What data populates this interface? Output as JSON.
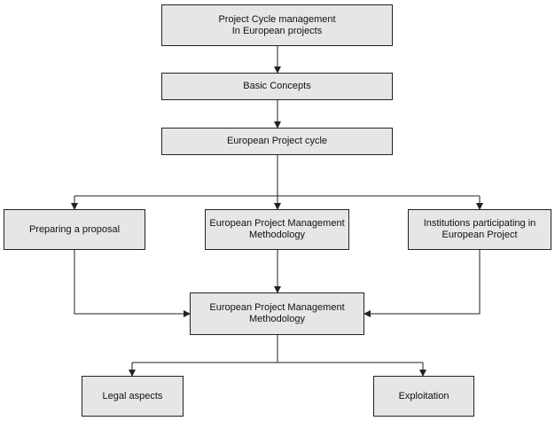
{
  "diagram": {
    "nodes": {
      "pcm": {
        "lines": [
          "Project Cycle management",
          "In European projects"
        ]
      },
      "basic": {
        "lines": [
          "Basic Concepts"
        ]
      },
      "cycle": {
        "lines": [
          "European Project cycle"
        ]
      },
      "proposal": {
        "lines": [
          "Preparing a proposal"
        ]
      },
      "method_top": {
        "lines": [
          "European Project Management",
          "Methodology"
        ]
      },
      "institutions": {
        "lines": [
          "Institutions participating in",
          "European Project"
        ]
      },
      "method_bottom": {
        "lines": [
          "European Project Management",
          "Methodology"
        ]
      },
      "legal": {
        "lines": [
          "Legal aspects"
        ]
      },
      "exploitation": {
        "lines": [
          "Exploitation"
        ]
      }
    },
    "colors": {
      "box_fill": "#e6e6e6",
      "line": "#222222"
    }
  }
}
